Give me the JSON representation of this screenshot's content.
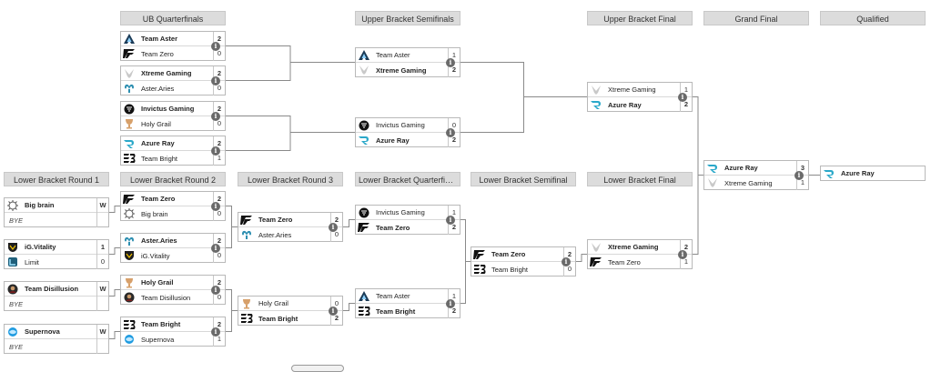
{
  "headers": [
    {
      "id": "ubq",
      "label": "UB Quarterfinals"
    },
    {
      "id": "ubs",
      "label": "Upper Bracket Semifinals"
    },
    {
      "id": "ubf",
      "label": "Upper Bracket Final"
    },
    {
      "id": "gf",
      "label": "Grand Final"
    },
    {
      "id": "qual",
      "label": "Qualified"
    },
    {
      "id": "lb1",
      "label": "Lower Bracket Round 1"
    },
    {
      "id": "lb2",
      "label": "Lower Bracket Round 2"
    },
    {
      "id": "lb3",
      "label": "Lower Bracket Round 3"
    },
    {
      "id": "lbq",
      "label": "Lower Bracket Quarterfinals"
    },
    {
      "id": "lbs",
      "label": "Lower Bracket Semifinal"
    },
    {
      "id": "lbf",
      "label": "Lower Bracket Final"
    }
  ],
  "matches": [
    {
      "id": "ubq1",
      "teams": [
        {
          "name": "Team Aster",
          "score": "2",
          "logo": "aster-logo",
          "win": true
        },
        {
          "name": "Team Zero",
          "score": "0",
          "logo": "zero-logo",
          "win": false
        }
      ]
    },
    {
      "id": "ubq2",
      "teams": [
        {
          "name": "Xtreme Gaming",
          "score": "2",
          "logo": "xtreme-logo",
          "win": true
        },
        {
          "name": "Aster.Aries",
          "score": "0",
          "logo": "aries-logo",
          "win": false
        }
      ]
    },
    {
      "id": "ubq3",
      "teams": [
        {
          "name": "Invictus Gaming",
          "score": "2",
          "logo": "invictus-logo",
          "win": true
        },
        {
          "name": "Holy Grail",
          "score": "0",
          "logo": "grail-logo",
          "win": false
        }
      ]
    },
    {
      "id": "ubq4",
      "teams": [
        {
          "name": "Azure Ray",
          "score": "2",
          "logo": "azure-logo",
          "win": true
        },
        {
          "name": "Team Bright",
          "score": "1",
          "logo": "bright-logo",
          "win": false
        }
      ]
    },
    {
      "id": "ubs1",
      "teams": [
        {
          "name": "Team Aster",
          "score": "1",
          "logo": "aster-logo",
          "win": false
        },
        {
          "name": "Xtreme Gaming",
          "score": "2",
          "logo": "xtreme-logo",
          "win": true
        }
      ]
    },
    {
      "id": "ubs2",
      "teams": [
        {
          "name": "Invictus Gaming",
          "score": "0",
          "logo": "invictus-logo",
          "win": false
        },
        {
          "name": "Azure Ray",
          "score": "2",
          "logo": "azure-logo",
          "win": true
        }
      ]
    },
    {
      "id": "ubf",
      "teams": [
        {
          "name": "Xtreme Gaming",
          "score": "1",
          "logo": "xtreme-logo",
          "win": false
        },
        {
          "name": "Azure Ray",
          "score": "2",
          "logo": "azure-logo",
          "win": true
        }
      ]
    },
    {
      "id": "gf",
      "teams": [
        {
          "name": "Azure Ray",
          "score": "3",
          "logo": "azure-logo",
          "win": true
        },
        {
          "name": "Xtreme Gaming",
          "score": "1",
          "logo": "xtreme-logo",
          "win": false
        }
      ]
    },
    {
      "id": "lb1a",
      "teams": [
        {
          "name": "Big brain",
          "score": "W",
          "logo": "bigbrain-logo",
          "win": true
        },
        {
          "name": "BYE",
          "score": "",
          "logo": "",
          "win": false,
          "bye": true
        }
      ]
    },
    {
      "id": "lb1b",
      "teams": [
        {
          "name": "iG.Vitality",
          "score": "1",
          "logo": "vitality-logo",
          "win": true
        },
        {
          "name": "Limit",
          "score": "0",
          "logo": "limit-logo",
          "win": false
        }
      ]
    },
    {
      "id": "lb1c",
      "teams": [
        {
          "name": "Team Disillusion",
          "score": "W",
          "logo": "disillusion-logo",
          "win": true
        },
        {
          "name": "BYE",
          "score": "",
          "logo": "",
          "win": false,
          "bye": true
        }
      ]
    },
    {
      "id": "lb1d",
      "teams": [
        {
          "name": "Supernova",
          "score": "W",
          "logo": "supernova-logo",
          "win": true
        },
        {
          "name": "BYE",
          "score": "",
          "logo": "",
          "win": false,
          "bye": true
        }
      ]
    },
    {
      "id": "lb2a",
      "teams": [
        {
          "name": "Team Zero",
          "score": "2",
          "logo": "zero-logo",
          "win": true
        },
        {
          "name": "Big brain",
          "score": "0",
          "logo": "bigbrain-logo",
          "win": false
        }
      ]
    },
    {
      "id": "lb2b",
      "teams": [
        {
          "name": "Aster.Aries",
          "score": "2",
          "logo": "aries-logo",
          "win": true
        },
        {
          "name": "iG.Vitality",
          "score": "0",
          "logo": "vitality-logo",
          "win": false
        }
      ]
    },
    {
      "id": "lb2c",
      "teams": [
        {
          "name": "Holy Grail",
          "score": "2",
          "logo": "grail-logo",
          "win": true
        },
        {
          "name": "Team Disillusion",
          "score": "0",
          "logo": "disillusion-logo",
          "win": false
        }
      ]
    },
    {
      "id": "lb2d",
      "teams": [
        {
          "name": "Team Bright",
          "score": "2",
          "logo": "bright-logo",
          "win": true
        },
        {
          "name": "Supernova",
          "score": "1",
          "logo": "supernova-logo",
          "win": false
        }
      ]
    },
    {
      "id": "lb3a",
      "teams": [
        {
          "name": "Team Zero",
          "score": "2",
          "logo": "zero-logo",
          "win": true
        },
        {
          "name": "Aster.Aries",
          "score": "0",
          "logo": "aries-logo",
          "win": false
        }
      ]
    },
    {
      "id": "lb3b",
      "teams": [
        {
          "name": "Holy Grail",
          "score": "0",
          "logo": "grail-logo",
          "win": false
        },
        {
          "name": "Team Bright",
          "score": "2",
          "logo": "bright-logo",
          "win": true
        }
      ]
    },
    {
      "id": "lbq1",
      "teams": [
        {
          "name": "Invictus Gaming",
          "score": "1",
          "logo": "invictus-logo",
          "win": false
        },
        {
          "name": "Team Zero",
          "score": "2",
          "logo": "zero-logo",
          "win": true
        }
      ]
    },
    {
      "id": "lbq2",
      "teams": [
        {
          "name": "Team Aster",
          "score": "1",
          "logo": "aster-logo",
          "win": false
        },
        {
          "name": "Team Bright",
          "score": "2",
          "logo": "bright-logo",
          "win": true
        }
      ]
    },
    {
      "id": "lbs",
      "teams": [
        {
          "name": "Team Zero",
          "score": "2",
          "logo": "zero-logo",
          "win": true
        },
        {
          "name": "Team Bright",
          "score": "0",
          "logo": "bright-logo",
          "win": false
        }
      ]
    },
    {
      "id": "lbf",
      "teams": [
        {
          "name": "Xtreme Gaming",
          "score": "2",
          "logo": "xtreme-logo",
          "win": true
        },
        {
          "name": "Team Zero",
          "score": "1",
          "logo": "zero-logo",
          "win": false
        }
      ]
    }
  ],
  "qualified": {
    "name": "Azure Ray",
    "logo": "azure-logo"
  },
  "info_glyph": "i",
  "colors": {
    "line": "#8a8a8a",
    "header_bg": "#dcdcdc",
    "azure": "#2aa8c9",
    "grail": "#d7a06a"
  }
}
